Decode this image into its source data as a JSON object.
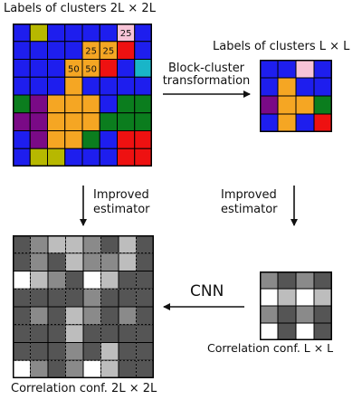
{
  "labels": {
    "big_top": "Labels of clusters 2L × 2L",
    "small_top": "Labels of clusters L × L",
    "transform_1": "Block-cluster",
    "transform_2": "transformation",
    "estimator_left_1": "Improved",
    "estimator_left_2": "estimator",
    "estimator_right_1": "Improved",
    "estimator_right_2": "estimator",
    "cnn": "CNN",
    "corr_small": "Correlation conf. L × L",
    "corr_big": "Correlation conf. 2L × 2L"
  },
  "colors": {
    "B": "#1e1eee",
    "O": "#f5a623",
    "G": "#0b7d1e",
    "P": "#7a0a86",
    "R": "#ee1111",
    "Y": "#b7b800",
    "C": "#19b5c8",
    "K": "#f7c3d7",
    "W": "#ffffff",
    "L": "#bdbdbd",
    "M": "#8a8a8a",
    "D": "#555555"
  },
  "grids": {
    "big_labels": [
      [
        "B",
        "Y",
        "B",
        "B",
        "B",
        "B",
        "K",
        "B"
      ],
      [
        "B",
        "B",
        "B",
        "B",
        "O",
        "O",
        "R",
        "B"
      ],
      [
        "B",
        "B",
        "B",
        "O",
        "O",
        "R",
        "B",
        "C"
      ],
      [
        "B",
        "B",
        "B",
        "O",
        "B",
        "B",
        "B",
        "B"
      ],
      [
        "G",
        "P",
        "O",
        "O",
        "O",
        "B",
        "G",
        "G"
      ],
      [
        "P",
        "P",
        "O",
        "O",
        "O",
        "G",
        "G",
        "G"
      ],
      [
        "B",
        "P",
        "O",
        "O",
        "G",
        "B",
        "R",
        "R"
      ],
      [
        "B",
        "Y",
        "Y",
        "B",
        "B",
        "B",
        "R",
        "R"
      ]
    ],
    "small_labels": [
      [
        "B",
        "B",
        "K",
        "B"
      ],
      [
        "B",
        "O",
        "B",
        "B"
      ],
      [
        "P",
        "O",
        "O",
        "G"
      ],
      [
        "B",
        "O",
        "B",
        "R"
      ]
    ],
    "small_corr": [
      [
        "M",
        "D",
        "M",
        "D"
      ],
      [
        "W",
        "L",
        "W",
        "L"
      ],
      [
        "M",
        "D",
        "M",
        "D"
      ],
      [
        "W",
        "D",
        "W",
        "D"
      ]
    ],
    "big_corr": [
      [
        "D",
        "M",
        "L",
        "L",
        "M",
        "D",
        "L",
        "D"
      ],
      [
        "D",
        "M",
        "D",
        "L",
        "M",
        "M",
        "L",
        "D"
      ],
      [
        "W",
        "L",
        "M",
        "D",
        "W",
        "L",
        "D",
        "D"
      ],
      [
        "D",
        "D",
        "D",
        "D",
        "M",
        "D",
        "D",
        "D"
      ],
      [
        "D",
        "M",
        "D",
        "L",
        "M",
        "D",
        "M",
        "D"
      ],
      [
        "D",
        "D",
        "D",
        "L",
        "D",
        "D",
        "D",
        "D"
      ],
      [
        "D",
        "D",
        "D",
        "M",
        "D",
        "L",
        "D",
        "D"
      ],
      [
        "W",
        "M",
        "D",
        "M",
        "W",
        "L",
        "D",
        "D"
      ]
    ]
  },
  "cell_numbers": [
    {
      "row": 0,
      "col": 6,
      "text": "25"
    },
    {
      "row": 1,
      "col": 4,
      "text": "25"
    },
    {
      "row": 1,
      "col": 5,
      "text": "25"
    },
    {
      "row": 2,
      "col": 3,
      "text": "50"
    },
    {
      "row": 2,
      "col": 4,
      "text": "50"
    }
  ]
}
